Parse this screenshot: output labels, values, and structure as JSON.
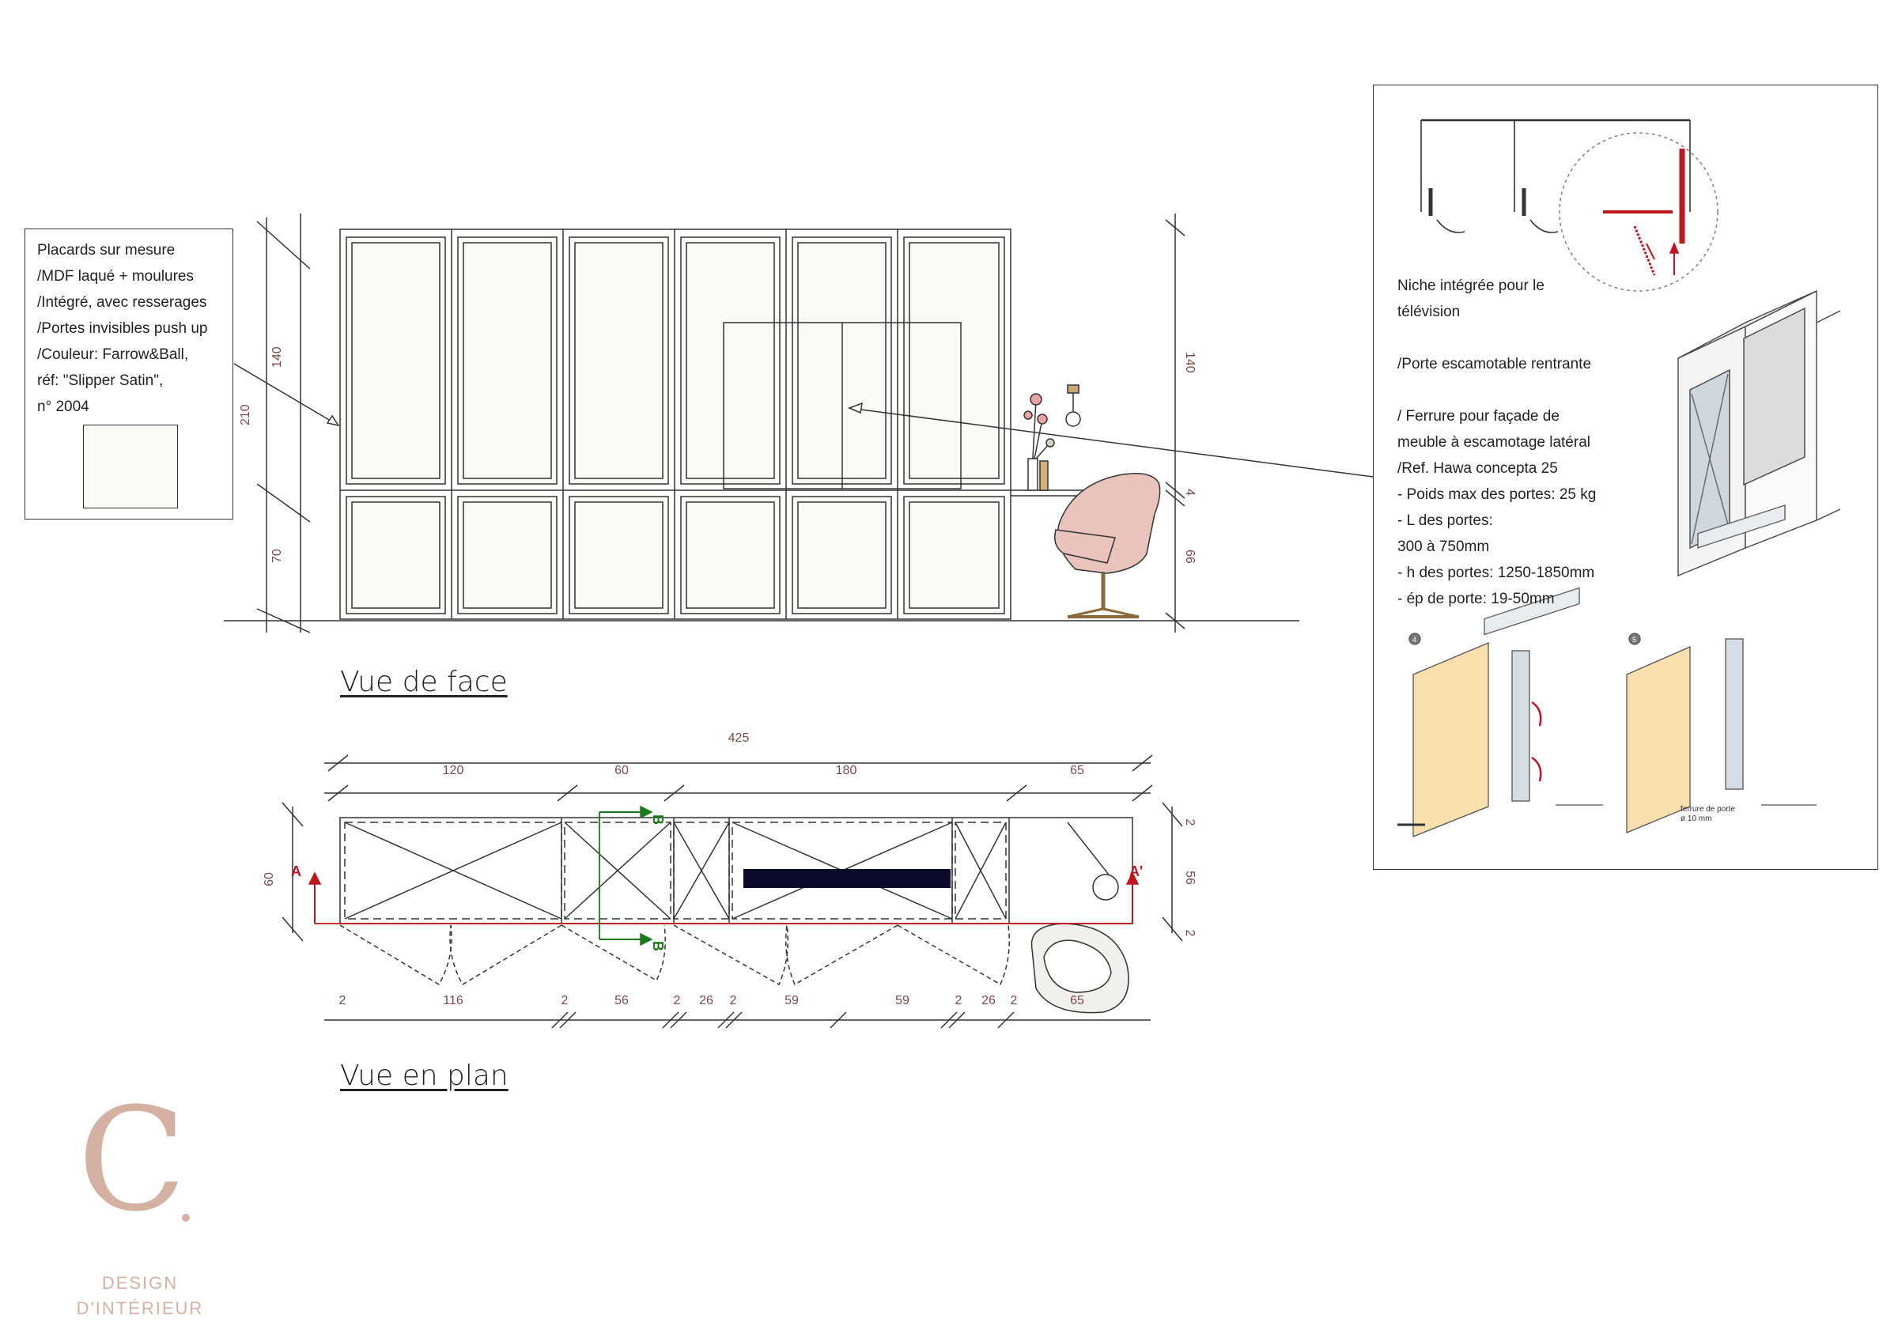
{
  "note": {
    "lines": [
      "Placards sur mesure",
      "/MDF laqué  + moulures",
      "/Intégré, avec resserages",
      "/Portes invisibles push up",
      "/Couleur:  Farrow&Ball,",
      "réf: \"Slipper Satin\",",
      "n°  2004"
    ],
    "swatch_color": "#fbf9f5"
  },
  "elevation": {
    "title": "Vue de face",
    "dims_left": [
      "210",
      "140",
      "70"
    ],
    "dims_right": [
      "140",
      "4",
      "66"
    ]
  },
  "plan": {
    "title": "Vue en plan",
    "total": "425",
    "top_dims": [
      "120",
      "60",
      "180",
      "65"
    ],
    "right_dims": [
      "2",
      "56",
      "2"
    ],
    "left_dim": "60",
    "bottom_dims": [
      "2",
      "116",
      "2",
      "56",
      "2",
      "26",
      "2",
      "59",
      "59",
      "2",
      "26",
      "2",
      "65"
    ],
    "section_a": "A",
    "section_a2": "A'",
    "section_b": "B"
  },
  "spec": {
    "lines": [
      "Niche intégrée pour le",
      "télévision",
      "/Porte escamotable rentrante",
      "/ Ferrure  pour façade de",
      "meuble à escamotage latéral",
      "/Ref. Hawa concepta 25",
      " - Poids max des portes: 25 kg",
      " - L  des portes:",
      "    300 à 750mm",
      " - h des portes: 1250-1850mm",
      " - ép de porte:  19-50mm"
    ],
    "step_a": "4",
    "step_b": "5",
    "ferrure_label_1": "ferrure de porte",
    "ferrure_label_2": "ø 10 mm"
  },
  "logo": {
    "letter": "C",
    "line1": "DESIGN",
    "line2": "D'INTÉRIEUR"
  },
  "colors": {
    "dimension": "#7a4a4a",
    "section_red": "#c0141e",
    "section_green": "#1a7a1a",
    "panel_fill": "#fbf9f5",
    "chair": "#e9c3bc",
    "logo": "#d4b1a2",
    "wood": "#f7dfae"
  }
}
